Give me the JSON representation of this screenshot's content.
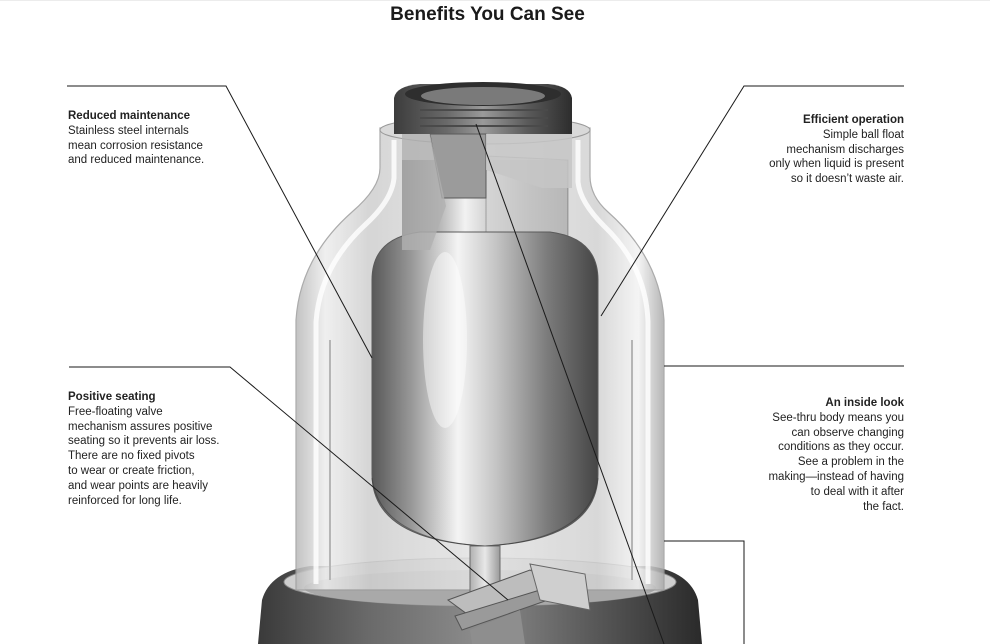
{
  "page": {
    "title": "Benefits You Can See"
  },
  "callouts": {
    "reduced_maintenance": {
      "heading": "Reduced maintenance",
      "lines": [
        "Stainless steel internals",
        "mean corrosion resistance",
        "and reduced maintenance."
      ]
    },
    "efficient_operation": {
      "heading": "Efficient operation",
      "lines": [
        "Simple ball float",
        "mechanism discharges",
        "only when liquid is present",
        "so it doesn’t waste air."
      ]
    },
    "positive_seating": {
      "heading": "Positive seating",
      "lines": [
        "Free-floating valve",
        "mechanism assures positive",
        "seating so it prevents air loss.",
        "There are no fixed pivots",
        "to wear or create friction,",
        "and wear points are heavily",
        "reinforced for long life."
      ]
    },
    "inside_look": {
      "heading": "An inside look",
      "lines": [
        "See-thru body means you",
        "can observe changing",
        "conditions as they occur.",
        "See a problem in the",
        "making—instead of having",
        "to deal with it after",
        "the fact."
      ]
    }
  },
  "colors": {
    "leader": "#1a1a1a",
    "steel_dark": "#5a5a5a",
    "steel_light": "#f4f4f4"
  }
}
